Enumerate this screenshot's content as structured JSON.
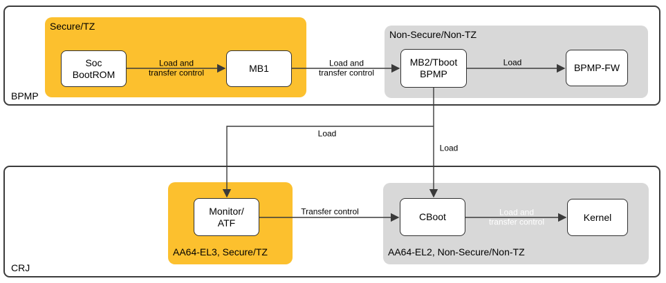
{
  "colors": {
    "yellow": "#FCC02E",
    "gray": "#D8D8D8",
    "line": "#3A3A3A",
    "white_label": "#FFFFFF"
  },
  "groups": {
    "bpmp": {
      "label": "BPMP"
    },
    "crj": {
      "label": "CRJ"
    }
  },
  "zones": {
    "secure_tz": {
      "label": "Secure/TZ"
    },
    "non_secure_tz": {
      "label": "Non-Secure/Non-TZ"
    },
    "aa64_el3": {
      "label": "AA64-EL3, Secure/TZ"
    },
    "aa64_el2": {
      "label": "AA64-EL2, Non-Secure/Non-TZ"
    }
  },
  "nodes": {
    "soc_bootrom": {
      "label": "Soc\nBootROM"
    },
    "mb1": {
      "label": "MB1"
    },
    "mb2_tboot": {
      "label": "MB2/Tboot\nBPMP"
    },
    "bpmp_fw": {
      "label": "BPMP-FW"
    },
    "monitor_atf": {
      "label": "Monitor/\nATF"
    },
    "cboot": {
      "label": "CBoot"
    },
    "kernel": {
      "label": "Kernel"
    }
  },
  "edges": {
    "bootrom_to_mb1": {
      "label": "Load and\ntransfer control"
    },
    "mb1_to_mb2": {
      "label": "Load and\ntransfer control"
    },
    "mb2_to_bpmpfw": {
      "label": "Load"
    },
    "mb2_to_monitor": {
      "label": "Load"
    },
    "mb2_to_cboot": {
      "label": "Load"
    },
    "monitor_to_cboot": {
      "label": "Transfer control"
    },
    "cboot_to_kernel": {
      "label": "Load and\ntransfer control"
    }
  }
}
